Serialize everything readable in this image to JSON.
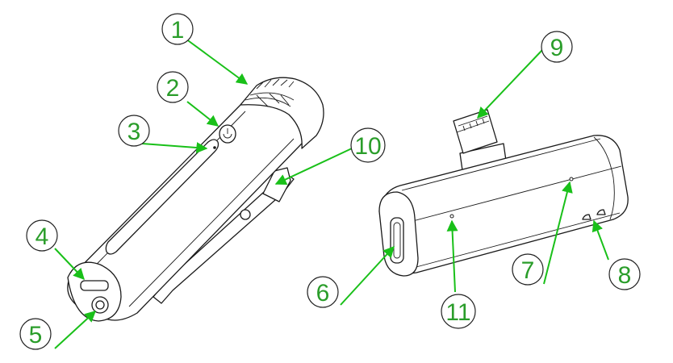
{
  "colors": {
    "leader": "#19c019",
    "line_art": "#1a1a1a",
    "number": "#2a9d2a"
  },
  "callouts": [
    {
      "number": "1"
    },
    {
      "number": "2"
    },
    {
      "number": "3"
    },
    {
      "number": "4"
    },
    {
      "number": "5"
    },
    {
      "number": "6"
    },
    {
      "number": "7"
    },
    {
      "number": "8"
    },
    {
      "number": "9"
    },
    {
      "number": "10"
    },
    {
      "number": "11"
    }
  ]
}
